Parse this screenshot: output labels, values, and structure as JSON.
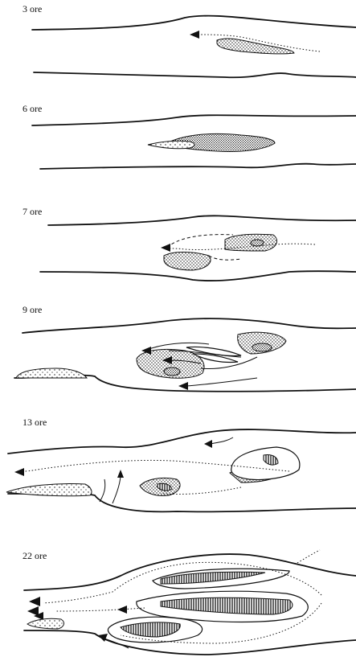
{
  "figure": {
    "panels": [
      {
        "label": "3 ore"
      },
      {
        "label": "6 ore"
      },
      {
        "label": "7 ore"
      },
      {
        "label": "9 ore"
      },
      {
        "label": "13 ore"
      },
      {
        "label": "22 ore"
      }
    ]
  },
  "colors": {
    "ink": "#111111",
    "paper": "#ffffff"
  }
}
